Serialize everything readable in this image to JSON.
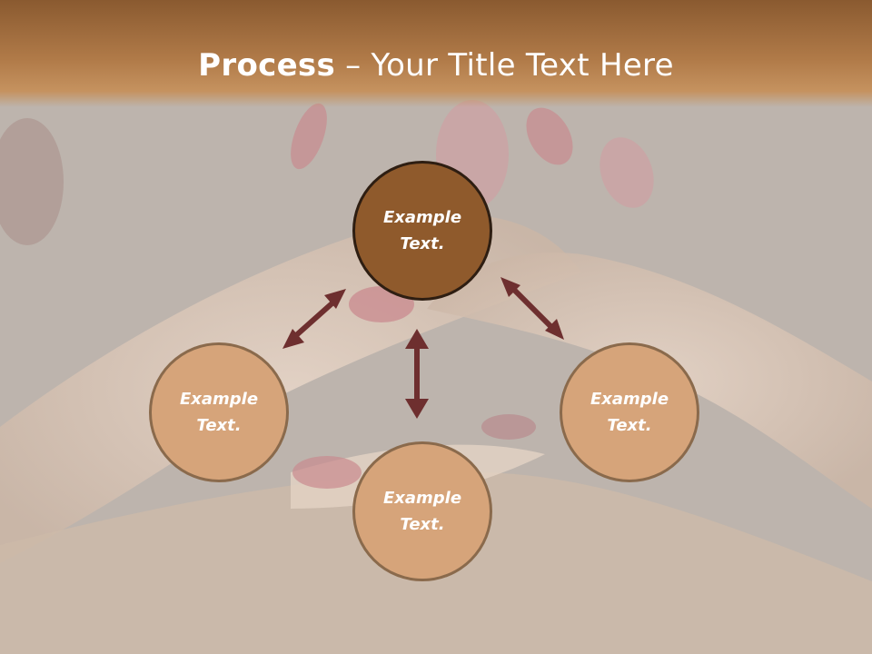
{
  "title": {
    "bold": "Process",
    "rest": " – Your Title Text Here"
  },
  "colors": {
    "accent_dark": "#8f5a2c",
    "accent_light": "#d6a47a",
    "arrow": "#6e2f2f",
    "title_bar": "#a87040"
  },
  "nodes": [
    {
      "line1": "Example",
      "line2": "Text."
    },
    {
      "line1": "Example",
      "line2": "Text."
    },
    {
      "line1": "Example",
      "line2": "Text."
    },
    {
      "line1": "Example",
      "line2": "Text."
    }
  ]
}
